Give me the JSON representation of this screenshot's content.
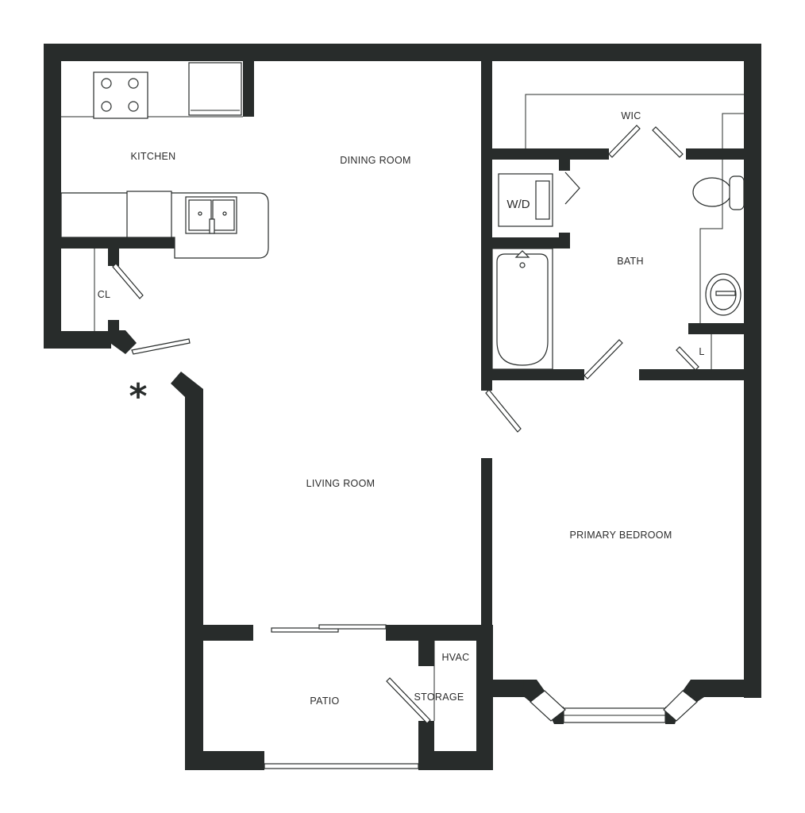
{
  "rooms": {
    "kitchen": "KITCHEN",
    "dining_room": "DINING ROOM",
    "wic": "WIC",
    "wd": "W/D",
    "bath": "BATH",
    "cl": "CL",
    "l": "L",
    "living_room": "LIVING ROOM",
    "primary_bedroom": "PRIMARY BEDROOM",
    "hvac": "HVAC",
    "patio": "PATIO",
    "storage": "STORAGE"
  },
  "entry_marker": "*",
  "colors": {
    "wall": "#282c2b",
    "background": "#ffffff"
  }
}
